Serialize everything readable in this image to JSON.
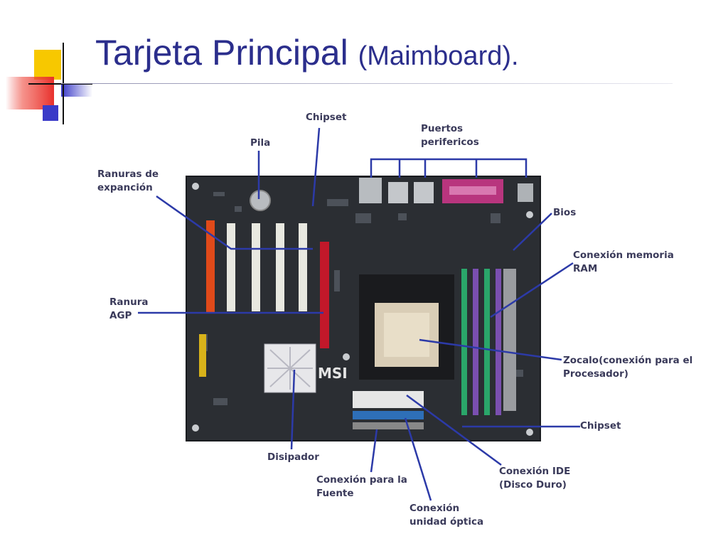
{
  "slide": {
    "title": "Tarjeta Principal",
    "title_sub": "(Maimboard).",
    "board_logo": "MSI"
  },
  "labels": {
    "chipset_top": [
      "Chipset"
    ],
    "pila": [
      "Pila"
    ],
    "puertos": [
      "Puertos",
      "perifericos"
    ],
    "ranuras": [
      "Ranuras de",
      "expanción"
    ],
    "bios": [
      "Bios"
    ],
    "memoria": [
      "Conexión memoria",
      "RAM"
    ],
    "agp": [
      "Ranura",
      "AGP"
    ],
    "zocalo": [
      "Zocalo(conexión para el",
      "Procesador)"
    ],
    "chipset_bottom": [
      "Chipset"
    ],
    "disipador": [
      "Disipador"
    ],
    "ide": [
      "Conexión IDE",
      "(Disco Duro)"
    ],
    "fuente": [
      "Conexión para la",
      "Fuente"
    ],
    "optica": [
      "Conexión",
      "unidad óptica"
    ]
  },
  "colors": {
    "title": "#2b2e8c",
    "callout_line": "#2c3aa8",
    "label_text": "#3a3a5a",
    "board": "#2b2e33",
    "deco_yellow": "#f7c800",
    "deco_red": "#e8302c",
    "deco_blue": "#3a3ac8"
  }
}
